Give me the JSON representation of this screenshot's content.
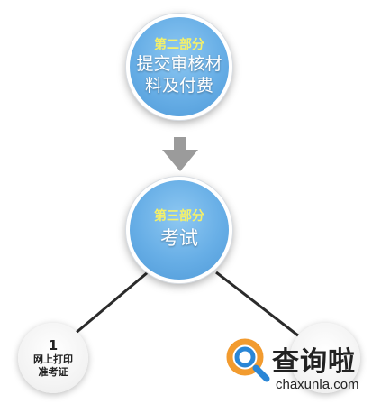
{
  "diagram": {
    "step2": {
      "subtitle": "第二部分",
      "title_line1": "提交审核材",
      "title_line2": "料及付费"
    },
    "step3": {
      "subtitle": "第三部分",
      "title": "考试"
    },
    "substeps": [
      {
        "number": "1",
        "line1": "网上打印",
        "line2": "准考证"
      }
    ]
  },
  "watermark": {
    "name": "查询啦",
    "url": "chaxunla.com"
  },
  "colors": {
    "circle": "#67aee6",
    "subtitle": "#f4f06a",
    "arrow": "#9b9b9b",
    "connector": "#2b2b2b",
    "watermark_orange": "#f29b2f",
    "watermark_blue": "#2a86d6"
  }
}
